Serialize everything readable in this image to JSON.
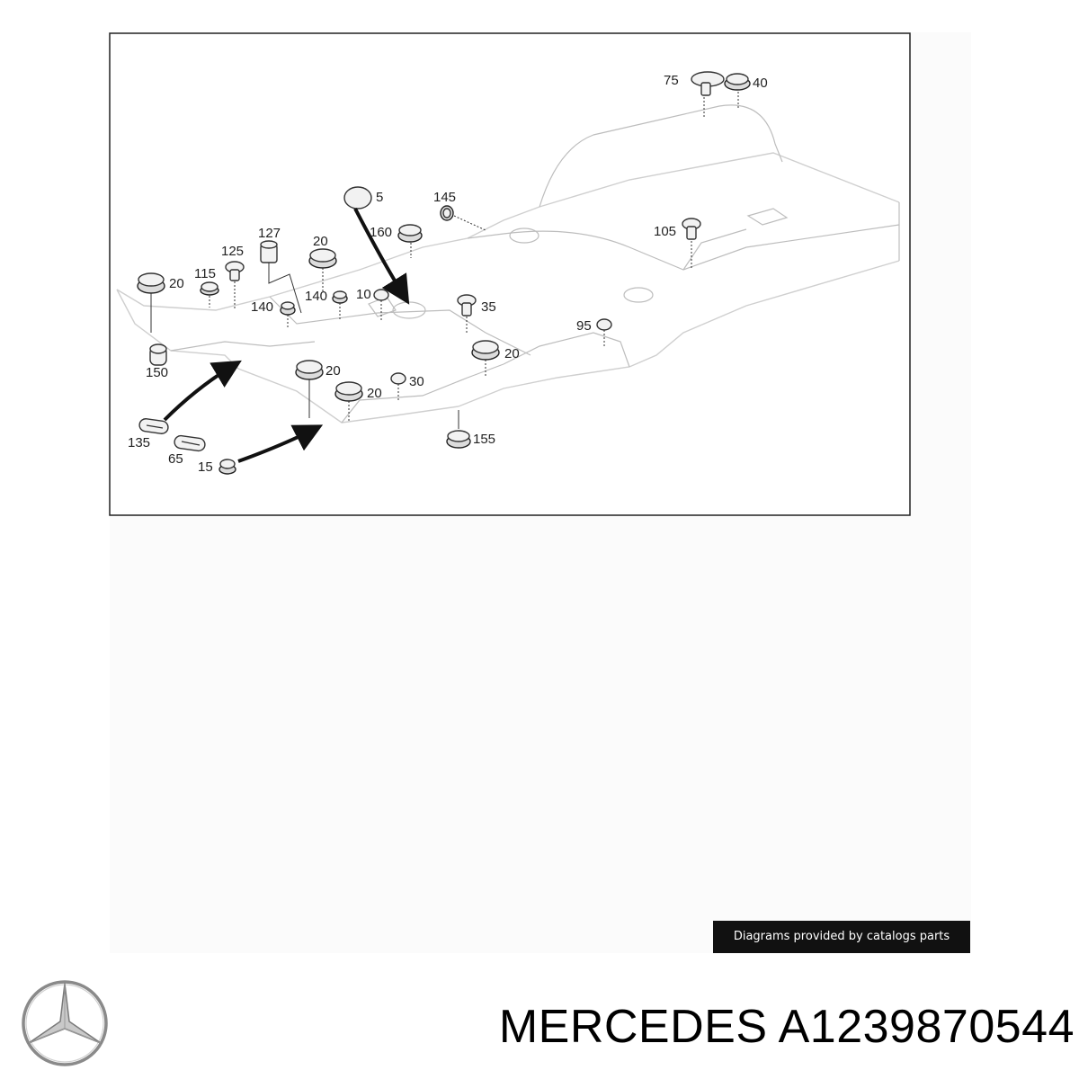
{
  "diagram": {
    "labels": {
      "p75": "75",
      "p40": "40",
      "p5": "5",
      "p145": "145",
      "p160": "160",
      "p105": "105",
      "p127": "127",
      "p125": "125",
      "p20a": "20",
      "p115": "115",
      "p20b": "20",
      "p140a": "140",
      "p140b": "140",
      "p10": "10",
      "p35": "35",
      "p150": "150",
      "p95": "95",
      "p20c": "20",
      "p20d": "20",
      "p20e": "20",
      "p30": "30",
      "p135": "135",
      "p65": "65",
      "p15": "15",
      "p155": "155"
    }
  },
  "credit": "Diagrams provided by catalogs parts",
  "brand": "MERCEDES",
  "part_number": "A1239870544",
  "logo_icon": "mercedes-star-logo",
  "colors": {
    "credit_bg": "#111111",
    "text": "#000000",
    "frame": "#222222"
  }
}
